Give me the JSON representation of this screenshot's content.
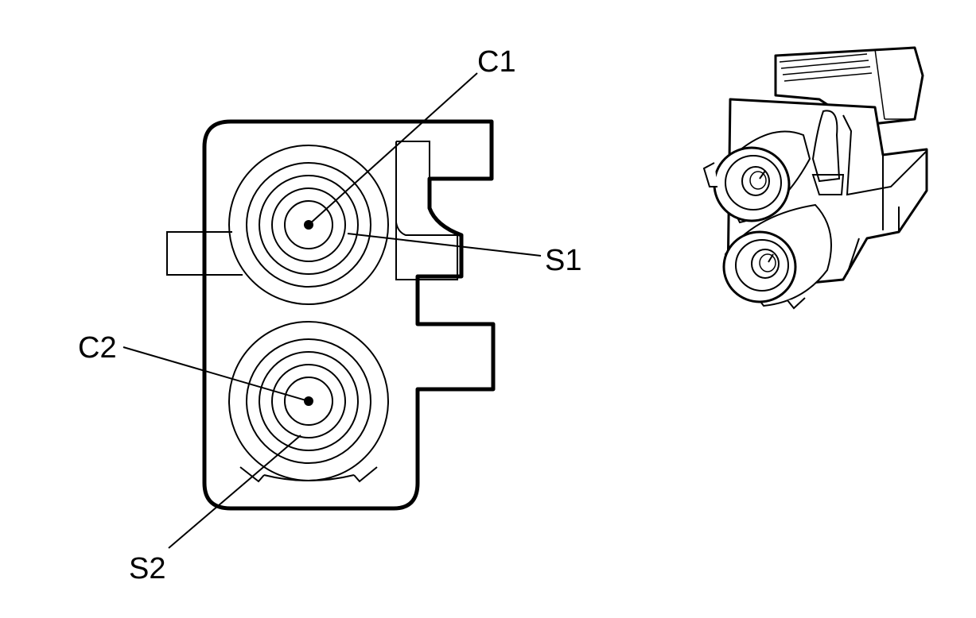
{
  "callouts": {
    "c1": "C1",
    "s1": "S1",
    "c2": "C2",
    "s2": "S2"
  },
  "colors": {
    "line": "#000000",
    "background": "#ffffff"
  }
}
